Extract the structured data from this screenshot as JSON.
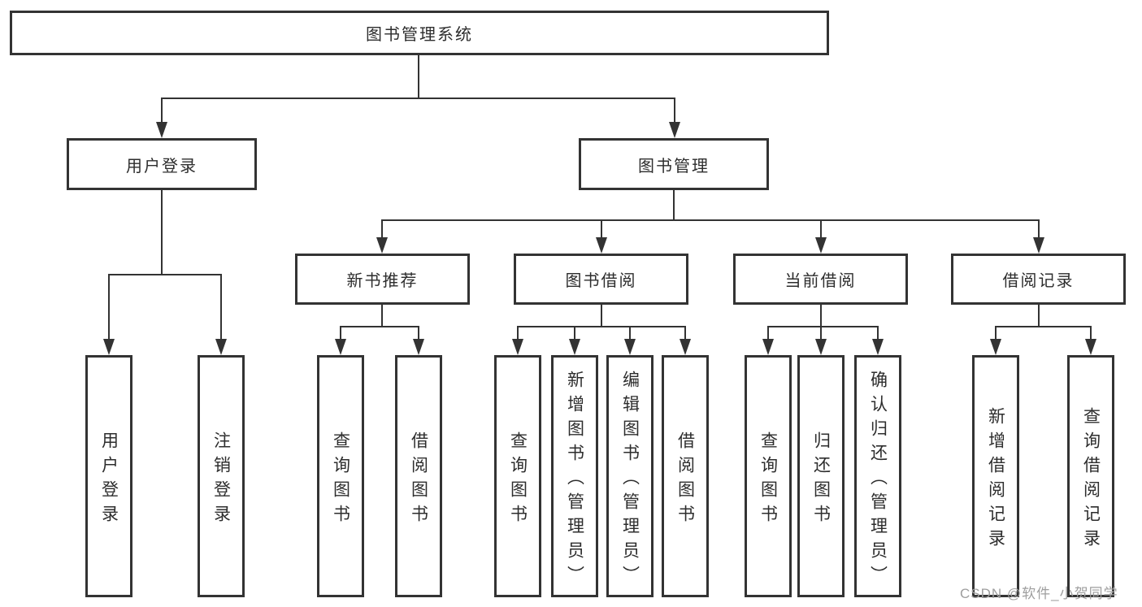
{
  "tree": {
    "root": "图书管理系统",
    "children": [
      {
        "label": "用户登录",
        "leaves": [
          "用户登录",
          "注销登录"
        ]
      },
      {
        "label": "图书管理",
        "children": [
          {
            "label": "新书推荐",
            "leaves": [
              "查询图书",
              "借阅图书"
            ]
          },
          {
            "label": "图书借阅",
            "leaves": [
              "查询图书",
              "新增图书（管理员）",
              "编辑图书（管理员）",
              "借阅图书"
            ]
          },
          {
            "label": "当前借阅",
            "leaves": [
              "查询图书",
              "归还图书",
              "确认归还（管理员）"
            ]
          },
          {
            "label": "借阅记录",
            "leaves": [
              "新增借阅记录",
              "查询借阅记录"
            ]
          }
        ]
      }
    ]
  },
  "watermark": "CSDN @软件_小贺同学",
  "colors": {
    "line": "#333333",
    "box_bg": "#ffffff",
    "text": "#2d2d2d",
    "watermark": "#9e9e9e"
  }
}
